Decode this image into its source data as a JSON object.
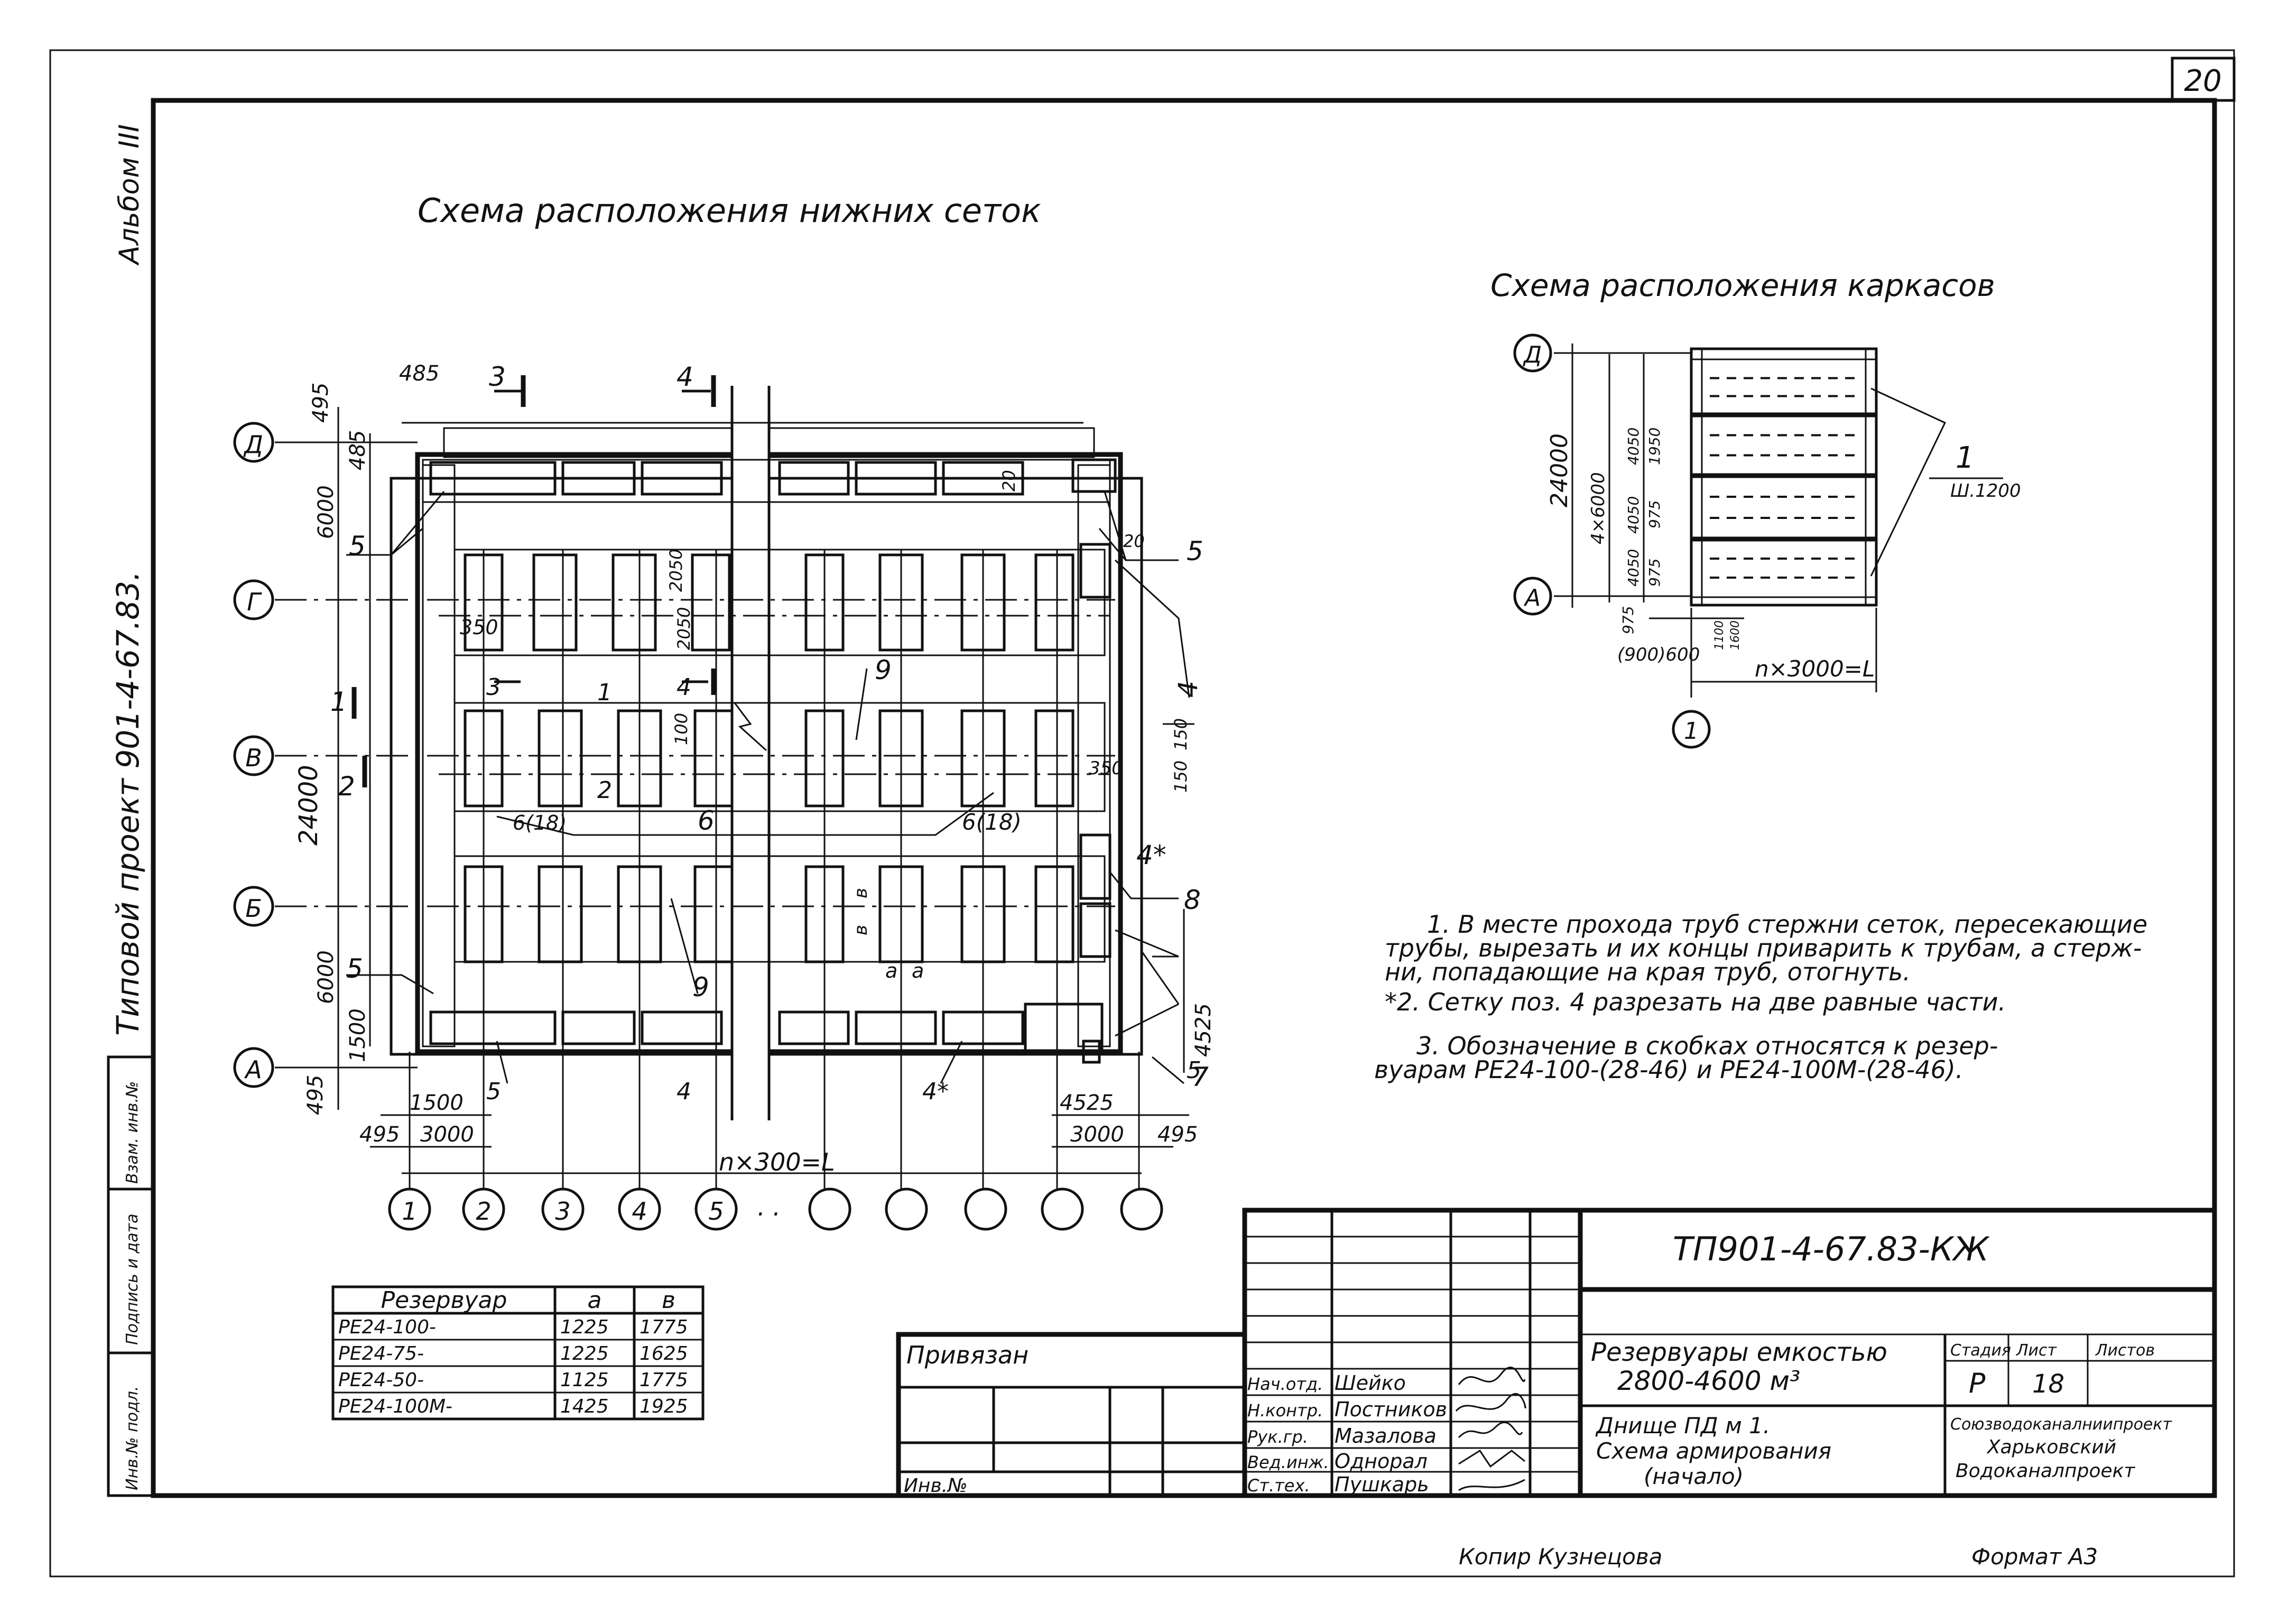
{
  "sheet_number": "20",
  "left_margin": {
    "album": "Альбом III",
    "project": "Типовой проект 901-4-67.83.",
    "stamp_cells": [
      "Инв.№ подл.",
      "Подпись и дата",
      "Взам. инв.№"
    ]
  },
  "left_diagram": {
    "title": "Схема расположения нижних сеток",
    "axes_rows": [
      "Д",
      "Г",
      "В",
      "Б",
      "А"
    ],
    "axes_cols": [
      "1",
      "2",
      "3",
      "4",
      "5",
      "",
      "",
      "",
      "",
      ""
    ],
    "dims": {
      "d495a": "495",
      "d485": "485",
      "d485b": "485",
      "d6000a": "6000",
      "d24000": "24000",
      "d6000b": "6000",
      "d1500": "1500",
      "d495b": "495",
      "d1500b": "1500",
      "d495c": "495",
      "d3000a": "3000",
      "d4525a": "4525",
      "d4525b": "4525",
      "d3000b": "3000",
      "d495d": "495",
      "d350": "350",
      "d350b": "350",
      "d20a": "20",
      "d20b": "20",
      "d2050a": "2050",
      "d2050b": "2050",
      "d100": "100",
      "d150a": "150",
      "d150b": "150",
      "nx300": "n×300=L",
      "aa": "a",
      "bb": "в"
    },
    "section_marks": [
      "3",
      "4",
      "3",
      "4",
      "1",
      "2",
      "1",
      "2"
    ],
    "positions": [
      "5",
      "5",
      "5",
      "5",
      "5",
      "4",
      "4",
      "4*",
      "4*",
      "6",
      "6(18)",
      "6(18)",
      "9",
      "9",
      "8",
      "7"
    ]
  },
  "right_diagram": {
    "title": "Схема расположения каркасов",
    "axes_rows": [
      "Д",
      "А"
    ],
    "axis_col": "1",
    "dims": {
      "d24000": "24000",
      "d4x6000": "4×6000",
      "d4050a": "4050",
      "d1950": "1950",
      "d4050b": "4050",
      "d975a": "975",
      "d4050c": "4050",
      "d975b": "975",
      "d975c": "975",
      "d900": "(900)600",
      "d1100": "1100",
      "d1600": "1600",
      "nx3000": "n×3000=L"
    },
    "position": "1",
    "position_sub": "Ш.1200"
  },
  "notes": [
    "1. В месте прохода труб стержни сеток, пересекающие",
    "трубы, вырезать и их концы приварить к трубам, а стерж-",
    "ни, попадающие на края труб, отогнуть.",
    "*2. Сетку поз. 4 разрезать на две равные части.",
    "3. Обозначение в скобках относятся к резер-",
    "вуарам РЕ24-100-(28-46) и РЕ24-100М-(28-46)."
  ],
  "reservoir_table": {
    "headers": [
      "Резервуар",
      "а",
      "в"
    ],
    "rows": [
      [
        "РЕ24-100-",
        "1225",
        "1775"
      ],
      [
        "РЕ24-75-",
        "1225",
        "1625"
      ],
      [
        "РЕ24-50-",
        "1125",
        "1775"
      ],
      [
        "РЕ24-100М-",
        "1425",
        "1925"
      ]
    ]
  },
  "title_block": {
    "privyazan": "Привязан",
    "inv": "Инв.№",
    "doc_code": "ТП901-4-67.83-КЖ",
    "roles": [
      "Нач.отд.",
      "Н.контр.",
      "Рук.гр.",
      "Вед.инж.",
      "Ст.тех."
    ],
    "names": [
      "Шейко",
      "Постников",
      "Мазалова",
      "Однорал",
      "Пушкарь"
    ],
    "object_title": "Резервуары емкостью",
    "object_volume": "2800-4600 м³",
    "sheet_title_1": "Днище ПД м 1.",
    "sheet_title_2": "Схема армирования",
    "sheet_title_3": "(начало)",
    "stage_label": "Стадия",
    "sheet_label": "Лист",
    "sheets_label": "Листов",
    "stage": "Р",
    "sheet": "18",
    "org_1": "Союзводоканалниипроект",
    "org_2": "Харьковский",
    "org_3": "Водоканалпроект"
  },
  "footer": {
    "copied": "Копир Кузнецова",
    "format": "Формат А3"
  }
}
